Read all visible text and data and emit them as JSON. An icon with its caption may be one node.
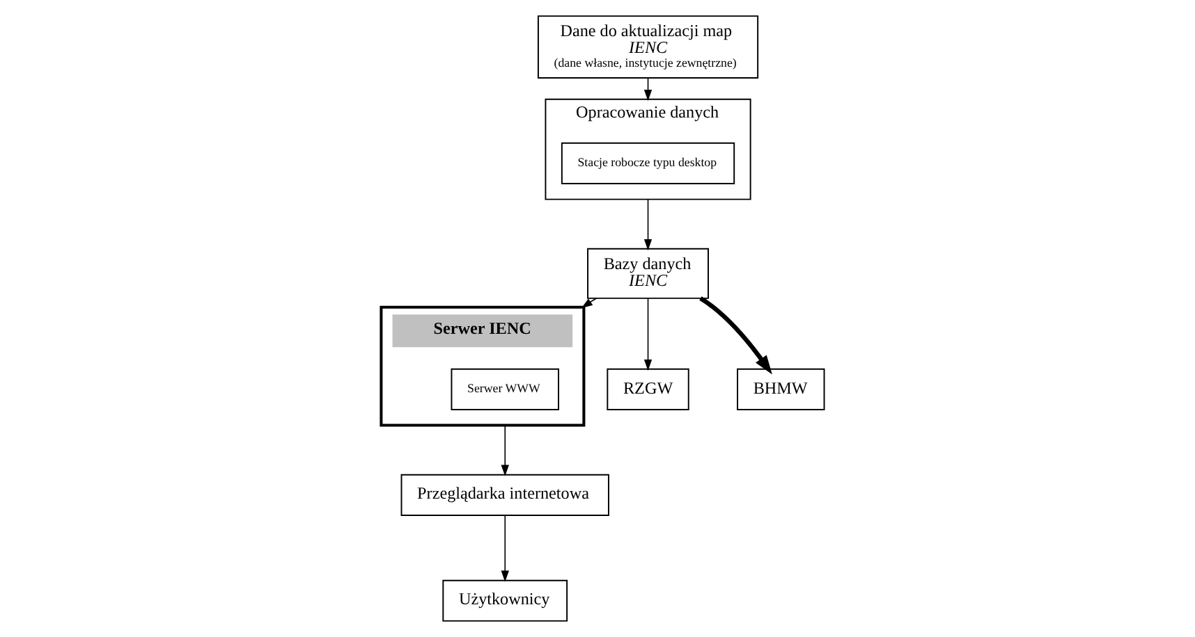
{
  "diagram": {
    "nodes": [
      {
        "text": [
          "Dane do aktualizacji map",
          "IENC",
          "(dane własne, instytucje zewnętrzne)"
        ]
      },
      {
        "text": [
          "Opracowanie danych"
        ]
      },
      {
        "text": [
          "Stacje robocze typu desktop"
        ],
        "in": 1
      },
      {
        "text": [
          "Bazy danych",
          "IENC"
        ]
      },
      {
        "text": [
          "Serwer IENC"
        ]
      },
      {
        "text": [
          "Serwer WWW"
        ],
        "in": 4
      },
      {
        "text": [
          "Przeglądarka internetowa"
        ]
      },
      {
        "text": [
          "Użytkownicy"
        ]
      },
      {
        "text": [
          "RZGW"
        ]
      },
      {
        "text": [
          "BHMW"
        ]
      }
    ],
    "edges": [
      {
        "from": 0,
        "to": 1,
        "arrow": "to"
      },
      {
        "from": 1,
        "to": 3,
        "arrow": "to"
      },
      {
        "from": 3,
        "to": 4,
        "arrow": "to"
      },
      {
        "from": 4,
        "to": 6,
        "arrow": "to"
      },
      {
        "from": 6,
        "to": 7,
        "arrow": "to"
      },
      {
        "from": 3,
        "to": 8,
        "arrow": "to"
      },
      {
        "from": 3,
        "to": 9,
        "arrow": "to",
        "style": "thick"
      }
    ]
  }
}
